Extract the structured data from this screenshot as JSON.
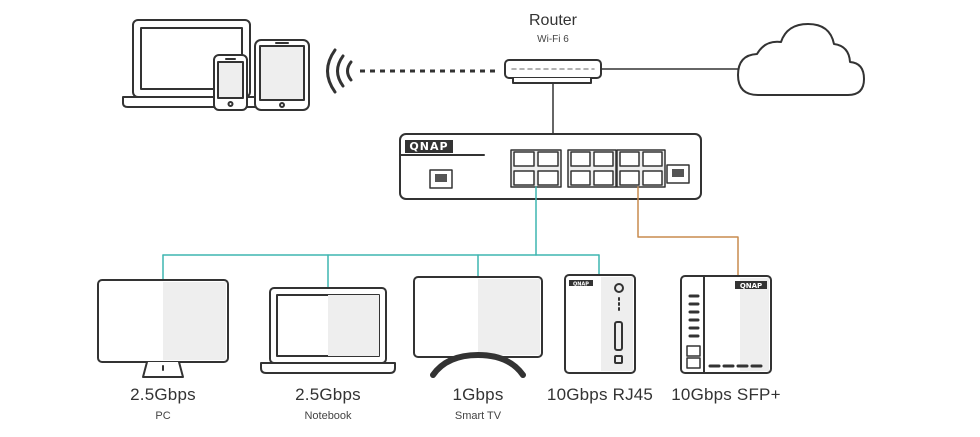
{
  "router": {
    "title": "Router",
    "subtitle": "Wi-Fi 6"
  },
  "switch": {
    "brand": "QNAP"
  },
  "nas_sfp": {
    "brand": "QNAP"
  },
  "nas_rj45": {
    "brand": "QNAP"
  },
  "devices": [
    {
      "speed": "2.5Gbps",
      "name": "PC"
    },
    {
      "speed": "2.5Gbps",
      "name": "Notebook"
    },
    {
      "speed": "1Gbps",
      "name": "Smart TV"
    },
    {
      "speed": "10Gbps RJ45",
      "name": ""
    },
    {
      "speed": "10Gbps SFP+",
      "name": ""
    }
  ],
  "colors": {
    "line": "#333333",
    "fill": "#eeeeee",
    "teal": "#3fb6b0",
    "copper": "#c98b4f"
  }
}
